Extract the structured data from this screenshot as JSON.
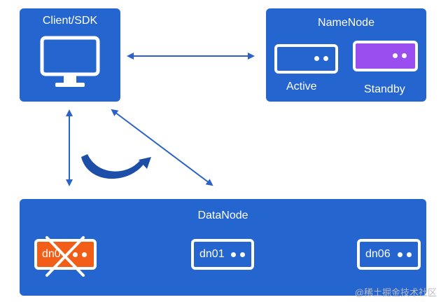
{
  "client": {
    "title": "Client/SDK",
    "icon": "monitor-icon"
  },
  "namenode": {
    "title": "NameNode",
    "active": {
      "label": "Active",
      "color": "#2565cf"
    },
    "standby": {
      "label": "Standby",
      "color": "#9a4ef0"
    }
  },
  "datanode": {
    "title": "DataNode",
    "nodes": [
      {
        "label": "dn0",
        "status": "failed",
        "color": "#f25d17"
      },
      {
        "label": "dn01",
        "status": "ok",
        "color": "#2565cf"
      },
      {
        "label": "dn06",
        "status": "ok",
        "color": "#2565cf"
      }
    ]
  },
  "watermark": "@稀土掘金技术社区",
  "colors": {
    "panel": "#2565cf",
    "arrow": "#2c62c8",
    "failed": "#f25d17"
  }
}
